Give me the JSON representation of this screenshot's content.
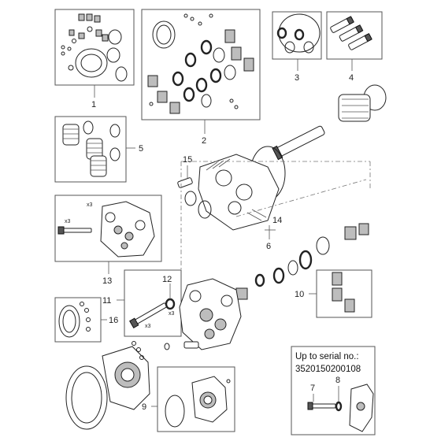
{
  "callouts": {
    "c1": "1",
    "c2": "2",
    "c3": "3",
    "c4": "4",
    "c5": "5",
    "c6": "6",
    "c7": "7",
    "c8": "8",
    "c9": "9",
    "c10": "10",
    "c11": "11",
    "c12": "12",
    "c13": "13",
    "c14": "14",
    "c15": "15",
    "c16": "16"
  },
  "multipliers": {
    "m13a": "x3",
    "m13b": "x3",
    "m11": "x3",
    "m12": "x3"
  },
  "serial_note": {
    "line1": "Up to serial no.:",
    "line2": "3520150200108"
  },
  "icons": [
    "seal-kit-icon",
    "valve-kit-icon",
    "piston-icon",
    "pump-head-icon",
    "bolt-icon",
    "washer-icon",
    "swash-plate-icon",
    "spring-icon"
  ]
}
